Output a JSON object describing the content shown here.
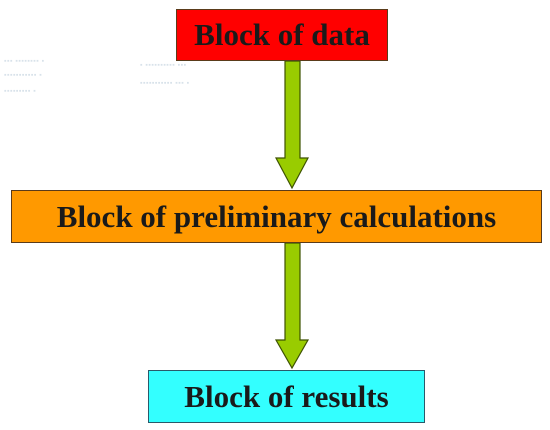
{
  "colors": {
    "data_block": "#ff0000",
    "preliminary_block": "#ff9900",
    "results_block": "#33ffff",
    "arrow_fill": "#99cc00",
    "arrow_stroke": "#3d5200"
  },
  "blocks": {
    "data": {
      "label": "Block of data"
    },
    "preliminary": {
      "label": "Block of preliminary calculations"
    },
    "results": {
      "label": "Block of results"
    }
  }
}
